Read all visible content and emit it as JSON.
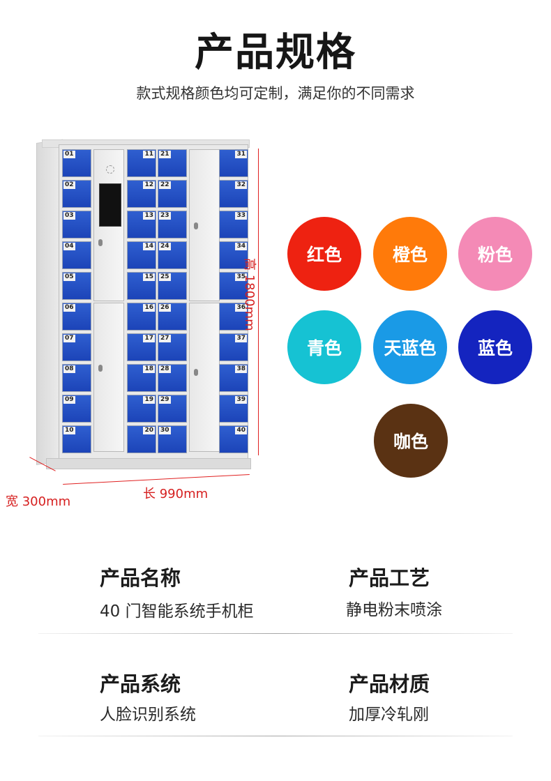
{
  "header": {
    "title": "产品规格",
    "subtitle": "款式规格颜色均可定制，满足你的不同需求"
  },
  "cabinet": {
    "width_label": "宽 300mm",
    "length_label": "长 990mm",
    "height_label": "高 1800mm",
    "locker_numbers": [
      "01",
      "02",
      "03",
      "04",
      "05",
      "06",
      "07",
      "08",
      "09",
      "10",
      "11",
      "12",
      "13",
      "14",
      "15",
      "16",
      "17",
      "18",
      "19",
      "20",
      "21",
      "22",
      "23",
      "24",
      "25",
      "26",
      "27",
      "28",
      "29",
      "30",
      "31",
      "32",
      "33",
      "34",
      "35",
      "36",
      "37",
      "38",
      "39",
      "40"
    ]
  },
  "colors": [
    {
      "label": "红色",
      "hex": "#ee2211"
    },
    {
      "label": "橙色",
      "hex": "#ff7a0a"
    },
    {
      "label": "粉色",
      "hex": "#f48ab6"
    },
    {
      "label": "青色",
      "hex": "#16c2d3"
    },
    {
      "label": "天蓝色",
      "hex": "#1a9ae6"
    },
    {
      "label": "蓝色",
      "hex": "#1424bf"
    },
    {
      "label": "咖色",
      "hex": "#5a3213"
    }
  ],
  "specs": {
    "name_label": "产品名称",
    "name_value": "40 门智能系统手机柜",
    "craft_label": "产品工艺",
    "craft_value": "静电粉末喷涂",
    "system_label": "产品系统",
    "system_value": "人脸识别系统",
    "material_label": "产品材质",
    "material_value": "加厚冷轧刚"
  }
}
